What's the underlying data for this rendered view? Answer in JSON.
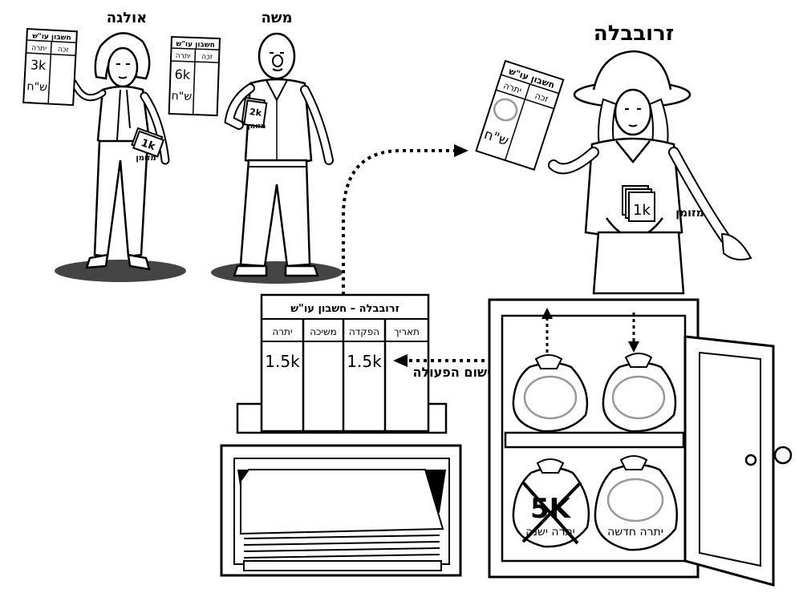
{
  "names": {
    "olga": "אולגה",
    "moshe": "משה",
    "zerubavela": "זרובבלה"
  },
  "account_card": {
    "header": "חשבון עו\"ש",
    "col_credit": "זכה",
    "col_balance": "יתרה",
    "currency": "ש\"ח",
    "olga_balance": "3k",
    "moshe_balance": "6k"
  },
  "cash_label": "מזומן",
  "cash_notes": {
    "olga": "1k",
    "moshe": "2k",
    "zerubavela": "1k"
  },
  "ledger": {
    "title": "זרובבלה – חשבון עו\"ש",
    "columns": [
      "תאריך",
      "הפקדה",
      "משיכה",
      "יתרה"
    ],
    "deposit_value": "1.5k",
    "balance_value": "1.5k"
  },
  "record_label": "רישום הפעולה",
  "safe": {
    "old_balance_label": "יתרה ישנה",
    "old_balance_value": "5K",
    "new_balance_label": "יתרה חדשה"
  }
}
